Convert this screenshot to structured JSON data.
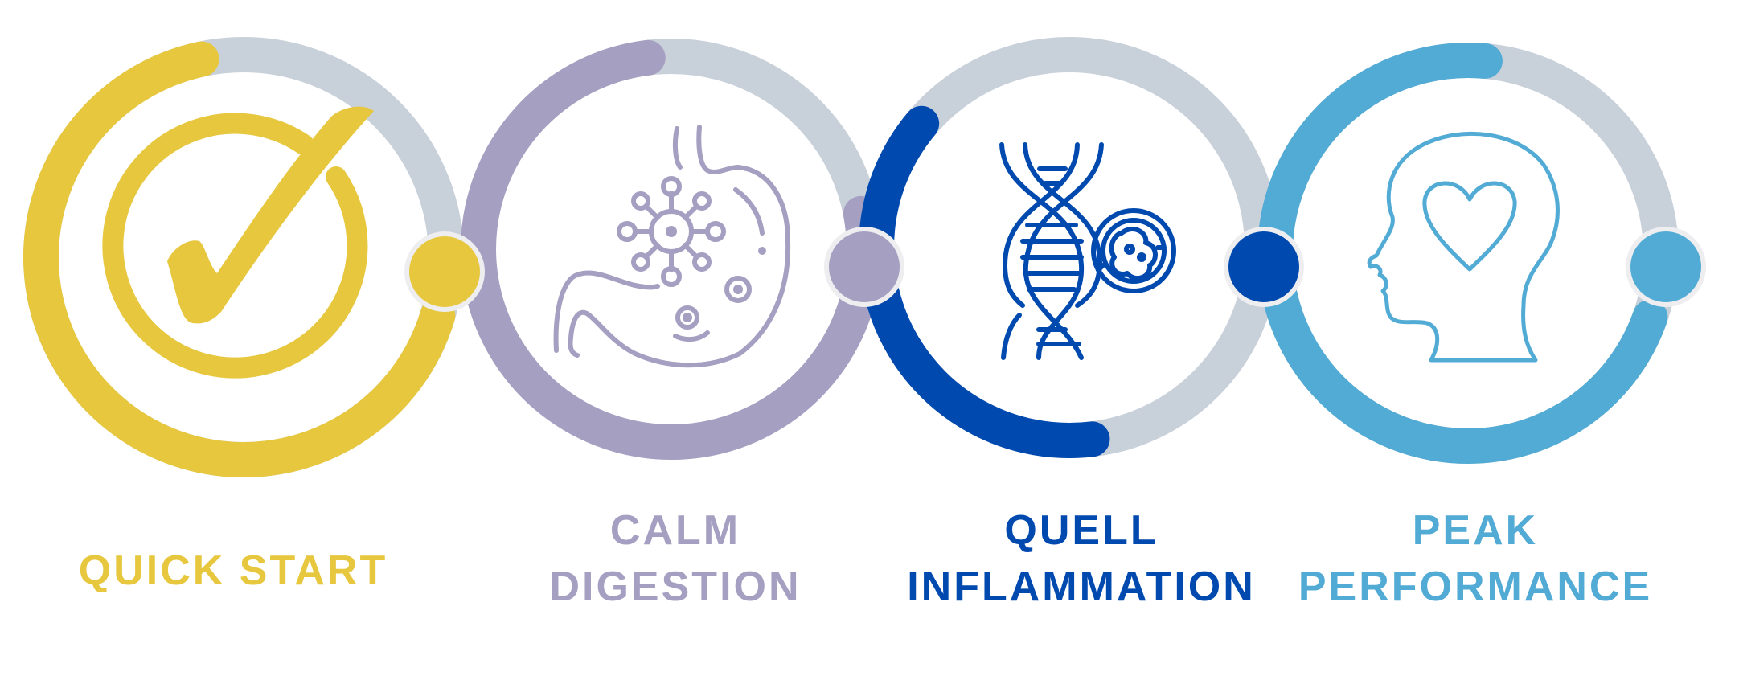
{
  "steps": [
    {
      "id": "quick-start",
      "lines": [
        "QUICK START"
      ],
      "color": "#E6C73D",
      "progress": 0.67,
      "icon": "checkmark-icon"
    },
    {
      "id": "calm-digestion",
      "lines": [
        "CALM",
        "DIGESTION"
      ],
      "color": "#A59FC1",
      "progress": 0.76,
      "icon": "stomach-icon"
    },
    {
      "id": "quell-inflammation",
      "lines": [
        "QUELL",
        "INFLAMMATION"
      ],
      "color": "#0049AF",
      "progress": 0.38,
      "icon": "dna-icon"
    },
    {
      "id": "peak-performance",
      "lines": [
        "PEAK",
        "PERFORMANCE"
      ],
      "color": "#52ABD4",
      "progress": 0.71,
      "icon": "head-heart-icon"
    }
  ],
  "track_color": "#C8D0DA",
  "knob_ring_color": "#EEEEF1"
}
